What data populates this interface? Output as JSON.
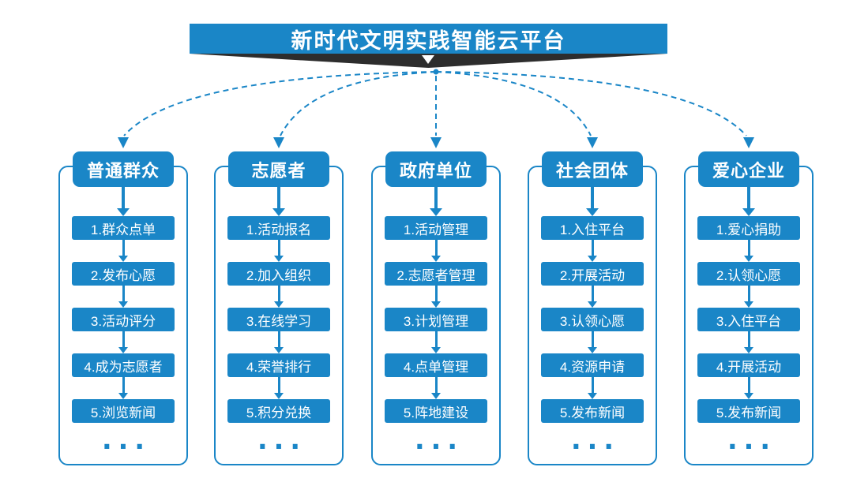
{
  "colors": {
    "primary": "#1a86c7",
    "ribbon_dark": "#2d2d2d",
    "background": "#ffffff",
    "text_on_primary": "#ffffff"
  },
  "banner": {
    "title": "新时代文明实践智能云平台"
  },
  "columns": [
    {
      "header": "普通群众",
      "items": [
        "1.群众点单",
        "2.发布心愿",
        "3.活动评分",
        "4.成为志愿者",
        "5.浏览新闻"
      ],
      "more": "..."
    },
    {
      "header": "志愿者",
      "items": [
        "1.活动报名",
        "2.加入组织",
        "3.在线学习",
        "4.荣誉排行",
        "5.积分兑换"
      ],
      "more": "..."
    },
    {
      "header": "政府单位",
      "items": [
        "1.活动管理",
        "2.志愿者管理",
        "3.计划管理",
        "4.点单管理",
        "5.阵地建设"
      ],
      "more": "..."
    },
    {
      "header": "社会团体",
      "items": [
        "1.入住平台",
        "2.开展活动",
        "3.认领心愿",
        "4.资源申请",
        "5.发布新闻"
      ],
      "more": "..."
    },
    {
      "header": "爱心企业",
      "items": [
        "1.爱心捐助",
        "2.认领心愿",
        "3.入住平台",
        "4.开展活动",
        "5.发布新闻"
      ],
      "more": "..."
    }
  ]
}
